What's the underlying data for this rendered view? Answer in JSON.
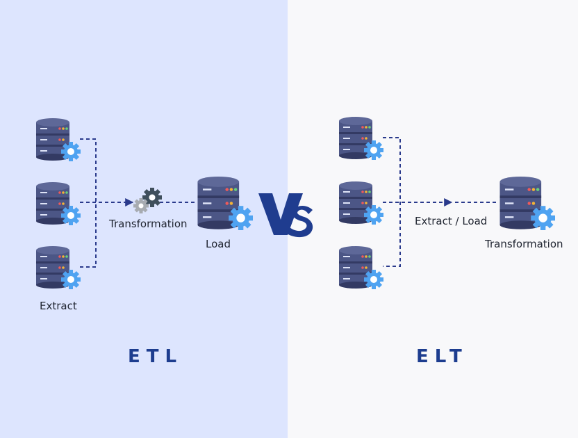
{
  "etl": {
    "heading": "ETL",
    "extract_label": "Extract",
    "transformation_label": "Transformation",
    "load_label": "Load"
  },
  "elt": {
    "heading": "ELT",
    "extract_load_label": "Extract / Load",
    "transformation_label": "Transformation"
  },
  "vs_text": "VS",
  "colors": {
    "left_panel": "#dde5fe",
    "right_panel": "#f8f8fa",
    "database_body": "#4c5686",
    "database_dark": "#333a63",
    "gear_blue": "#4fa3f1",
    "connector": "#2a3a8c",
    "heading": "#1d3d8f",
    "vs": "#1f3c8f"
  },
  "icons": [
    "database-icon",
    "gear-icon",
    "arrow-right-icon"
  ]
}
